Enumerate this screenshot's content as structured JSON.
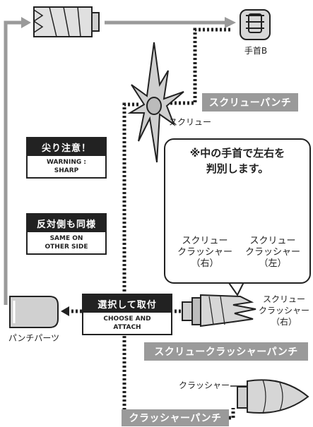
{
  "labels": {
    "wrist_b": "手首B",
    "screw": "スクリュー",
    "screw_punch": "スクリューパンチ",
    "warning_sharp_jp": "尖り注意！",
    "warning_sharp_en1": "WARNING :",
    "warning_sharp_en2": "SHARP",
    "opposite_jp": "反対側も同様",
    "opposite_en1": "SAME ON",
    "opposite_en2": "OTHER SIDE",
    "bubble_title1": "※中の手首で左右を",
    "bubble_title2": "判別します。",
    "crusher_right_l1": "スクリュー",
    "crusher_right_l2": "クラッシャー",
    "crusher_right_l3": "（右）",
    "crusher_left_l1": "スクリュー",
    "crusher_left_l2": "クラッシャー",
    "crusher_left_l3": "（左）",
    "choose_jp": "選択して取付",
    "choose_en1": "CHOOSE AND",
    "choose_en2": "ATTACH",
    "punch_parts": "パンチパーツ",
    "right_part_l1": "スクリュー",
    "right_part_l2": "クラッシャー",
    "right_part_l3": "（右）",
    "screw_crusher_punch": "スクリュークラッシャーパンチ",
    "crusher": "クラッシャー",
    "crusher_punch": "クラッシャーパンチ"
  }
}
